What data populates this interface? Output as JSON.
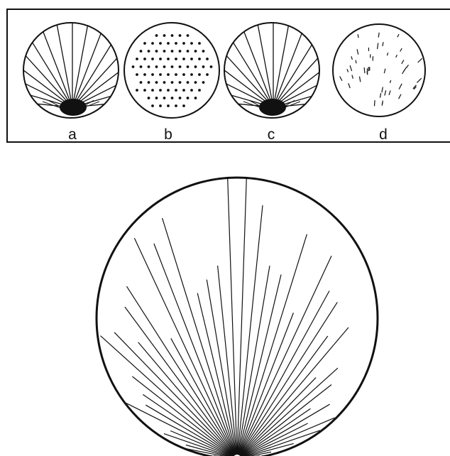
{
  "options_panel": {
    "options": [
      {
        "id": "a",
        "label": "a",
        "pattern": "radial-lines-with-dense-core"
      },
      {
        "id": "b",
        "label": "b",
        "pattern": "uniform-dots"
      },
      {
        "id": "c",
        "label": "c",
        "pattern": "radial-lines-with-dense-core"
      },
      {
        "id": "d",
        "label": "d",
        "pattern": "scattered-short-dashes"
      }
    ]
  },
  "main_figure": {
    "pattern": "radial-lines-from-bottom-point"
  },
  "colors": {
    "ink": "#111111",
    "background": "#ffffff"
  }
}
